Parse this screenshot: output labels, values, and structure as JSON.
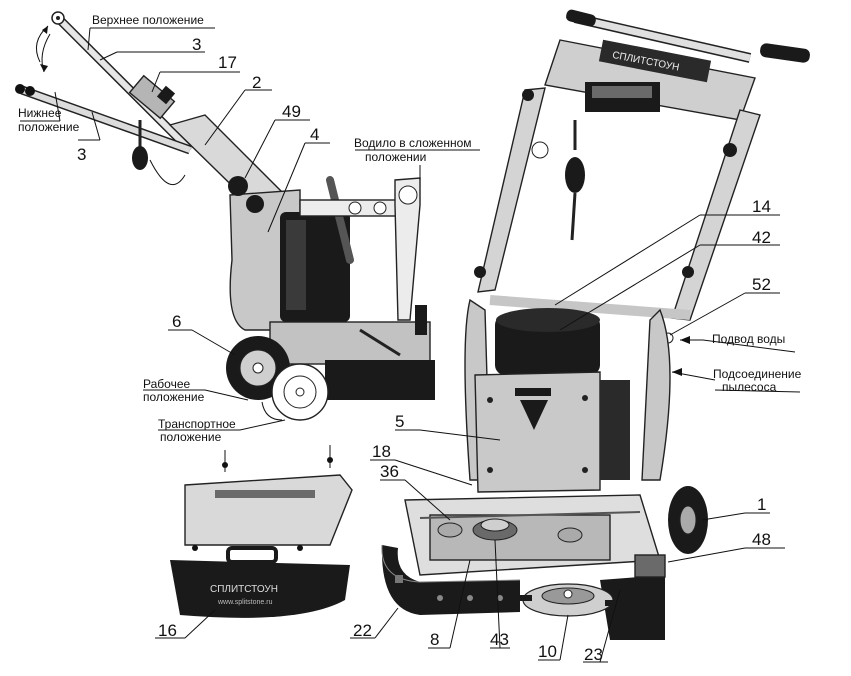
{
  "labels": {
    "upper_position": "Верхнее положение",
    "lower_position_1": "Нижнее",
    "lower_position_2": "положение",
    "handle_folded_1": "Водило в сложенном",
    "handle_folded_2": "положении",
    "working_position_1": "Рабочее",
    "working_position_2": "положение",
    "transport_position_1": "Транспортное",
    "transport_position_2": "положение",
    "water_supply": "Подвод воды",
    "vacuum_1": "Подсоединение",
    "vacuum_2": "пылесоса"
  },
  "part_numbers": {
    "p1": "1",
    "p2": "2",
    "p3a": "3",
    "p3b": "3",
    "p4": "4",
    "p5": "5",
    "p6": "6",
    "p8": "8",
    "p10": "10",
    "p14": "14",
    "p16": "16",
    "p17": "17",
    "p18": "18",
    "p22": "22",
    "p23": "23",
    "p36": "36",
    "p42": "42",
    "p43": "43",
    "p48": "48",
    "p49": "49",
    "p52": "52"
  },
  "logos": {
    "cover_brand": "СПЛИТСТОУН",
    "cover_site": "www.splitstone.ru",
    "top_brand": "СПЛИТСТОУН"
  },
  "colors": {
    "line": "#111111",
    "metal_light": "#d9d9d9",
    "metal_mid": "#b5b5b5",
    "metal_dark": "#8a8a8a",
    "black_part": "#1a1a1a"
  }
}
